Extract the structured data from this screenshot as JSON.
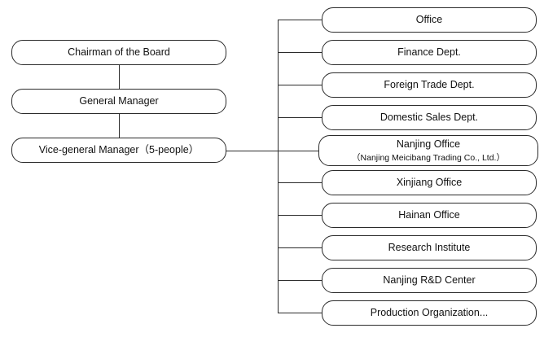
{
  "left_chain": {
    "chairman": "Chairman of the Board",
    "general_manager": "General Manager",
    "vice_general_manager": "Vice-general Manager（5-people）"
  },
  "departments": {
    "office": "Office",
    "finance": "Finance Dept.",
    "foreign_trade": "Foreign Trade Dept.",
    "domestic_sales": "Domestic Sales Dept.",
    "nanjing_office": "Nanjing Office",
    "nanjing_office_sub": "（Nanjing Meicibang Trading Co., Ltd.）",
    "xinjiang_office": "Xinjiang Office",
    "hainan_office": "Hainan Office",
    "research_institute": "Research Institute",
    "nanjing_rd_center": "Nanjing R&D Center",
    "production_organization": "Production Organization..."
  }
}
